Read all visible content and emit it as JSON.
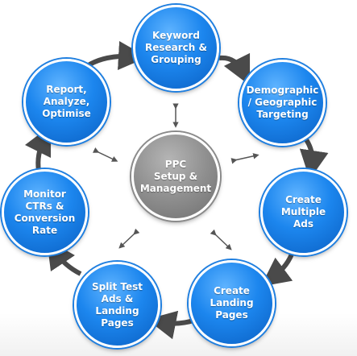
{
  "center": {
    "label": "PPC\nSetup &\nManagement"
  },
  "steps": [
    {
      "id": "keyword",
      "label": "Keyword\nResearch &\nGrouping"
    },
    {
      "id": "demographic",
      "label": "Demographic\n/ Geographic\nTargeting"
    },
    {
      "id": "create-ads",
      "label": "Create\nMultiple\nAds"
    },
    {
      "id": "landing",
      "label": "Create\nLanding\nPages"
    },
    {
      "id": "split-test",
      "label": "Split Test\nAds &\nLanding\nPages"
    },
    {
      "id": "monitor",
      "label": "Monitor\nCTRs &\nConversion\nRate"
    },
    {
      "id": "report",
      "label": "Report,\nAnalyze,\nOptimise"
    }
  ],
  "colors": {
    "node_blue": "#1c86ee",
    "center_gray": "#8f8f8f",
    "arrow_gray": "#4a4a4a"
  }
}
